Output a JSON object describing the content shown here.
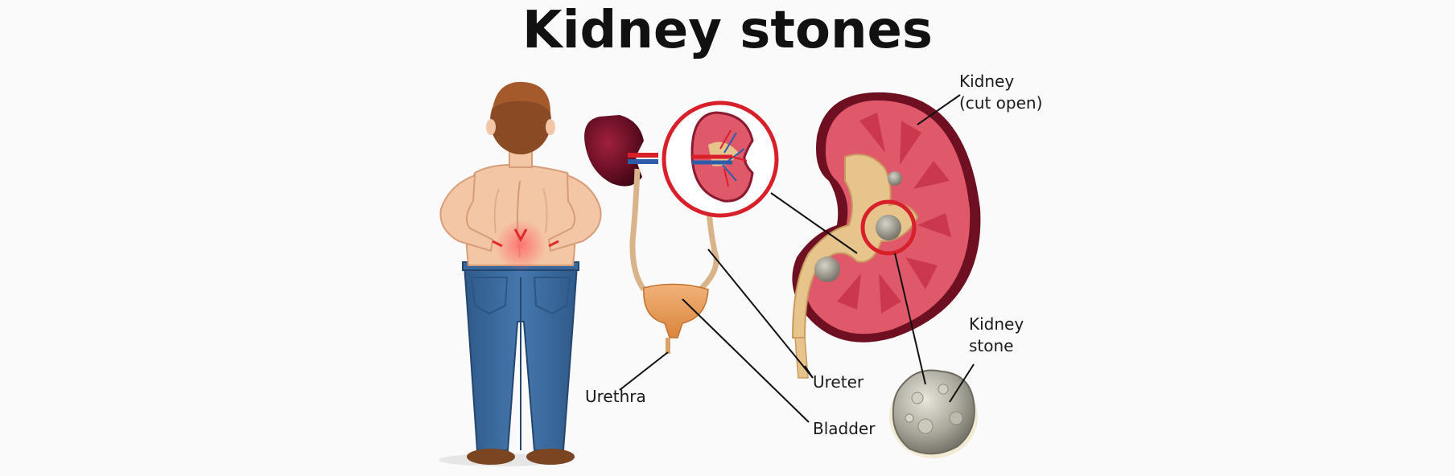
{
  "title": "Kidney stones",
  "labels": {
    "kidney_cut_open_line1": "Kidney",
    "kidney_cut_open_line2": "(cut open)",
    "kidney_stone_line1": "Kidney",
    "kidney_stone_line2": "stone",
    "ureter": "Ureter",
    "urethra": "Urethra",
    "bladder": "Bladder"
  },
  "colors": {
    "highlight_circle": "#d8202a",
    "kidney_dark": "#6e0f22",
    "kidney_pink": "#e0596a",
    "jeans": "#3c6a9e",
    "skin": "#f3c6a6",
    "hair": "#8a4a24",
    "pelvis_tan": "#e8c48d",
    "stone_grey": "#a3a097"
  }
}
